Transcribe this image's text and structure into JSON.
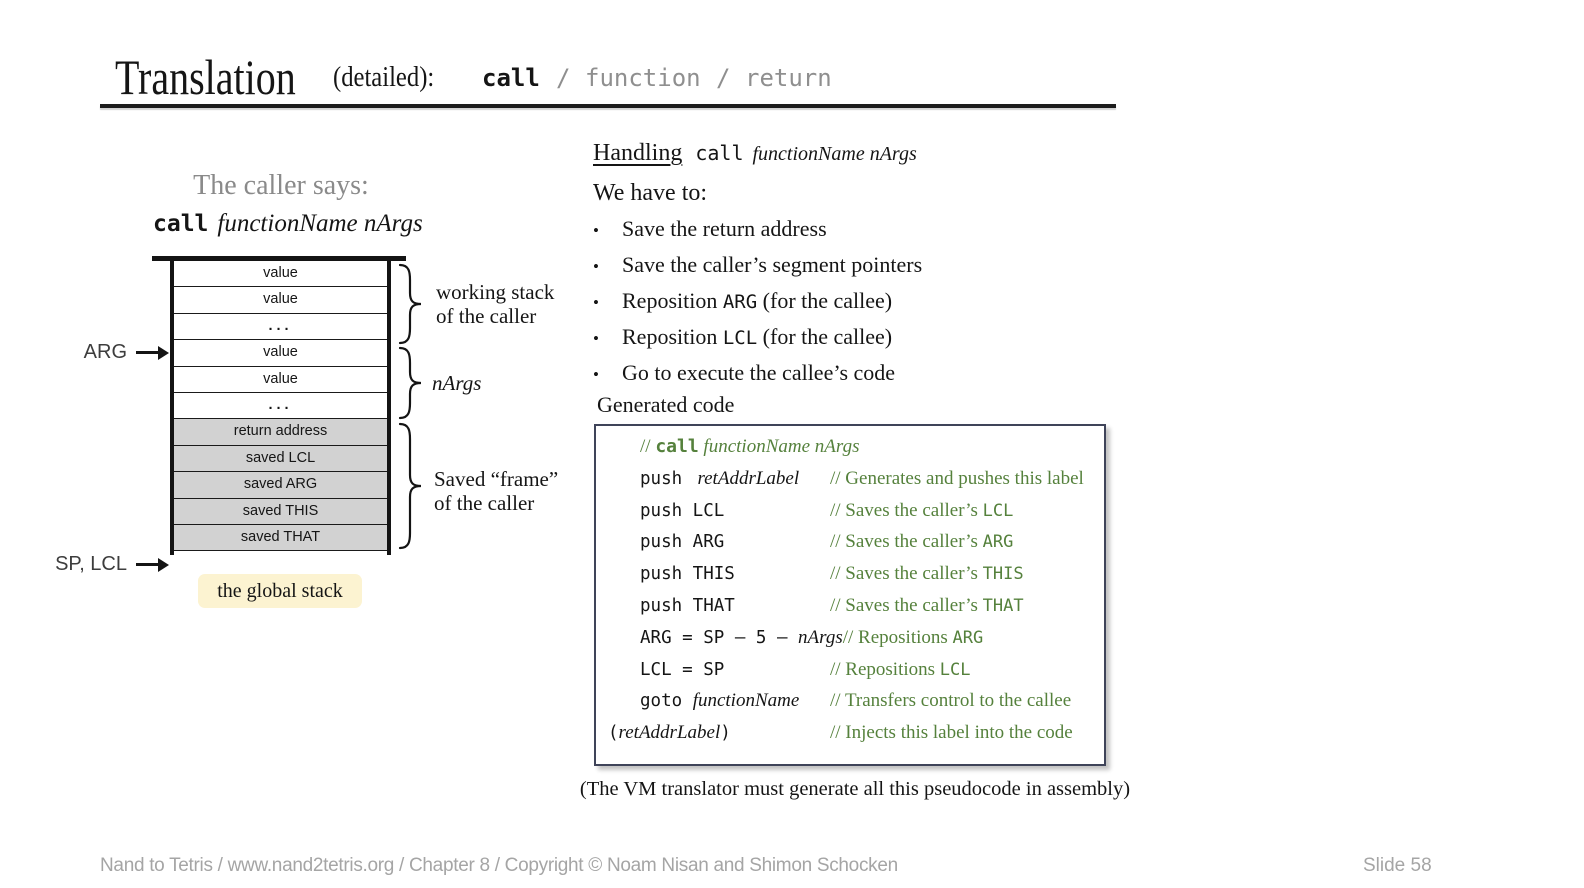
{
  "title": {
    "word": "Translation",
    "qualifier": "(detailed):",
    "keyword_call": "call",
    "separator": "/",
    "keyword_function": "function",
    "keyword_return": "return"
  },
  "caller": {
    "heading": "The caller says:",
    "command_keyword": "call",
    "command_args": "functionName nArgs",
    "stack_rows": [
      {
        "label": "value",
        "shaded": false
      },
      {
        "label": "value",
        "shaded": false
      },
      {
        "label": "...",
        "shaded": false
      },
      {
        "label": "value",
        "shaded": false
      },
      {
        "label": "value",
        "shaded": false
      },
      {
        "label": "...",
        "shaded": false
      },
      {
        "label": "return address",
        "shaded": true
      },
      {
        "label": "saved LCL",
        "shaded": true
      },
      {
        "label": "saved ARG",
        "shaded": true
      },
      {
        "label": "saved THIS",
        "shaded": true
      },
      {
        "label": "saved THAT",
        "shaded": true
      }
    ],
    "arg_pointer": "ARG",
    "sp_pointer": "SP, LCL",
    "brace_working_line1": "working stack",
    "brace_working_line2": "of the caller",
    "brace_nargs": "nArgs",
    "brace_frame_line1": "Saved “frame”",
    "brace_frame_line2": "of the caller",
    "global_stack_label": "the global stack"
  },
  "handling": {
    "heading_word": "Handling",
    "heading_keyword": "call",
    "heading_args": "functionName nArgs",
    "intro": "We have to:",
    "bullet_char": "•",
    "bullets": [
      [
        {
          "t": "Save the return address"
        }
      ],
      [
        {
          "t": "Save the caller’s segment pointers"
        }
      ],
      [
        {
          "t": "Reposition "
        },
        {
          "t": "ARG",
          "s": "m"
        },
        {
          "t": " (for the callee)"
        }
      ],
      [
        {
          "t": "Reposition "
        },
        {
          "t": "LCL",
          "s": "m"
        },
        {
          "t": " (for the callee)"
        }
      ],
      [
        {
          "t": "Go to execute the callee’s code"
        }
      ]
    ]
  },
  "code_box": {
    "label": "Generated code",
    "lines": [
      {
        "cls": "heading",
        "code": [
          {
            "t": "// ",
            "s": "g"
          },
          {
            "t": "call",
            "s": "gmb"
          },
          {
            "t": " functionName nArgs",
            "s": "gi"
          }
        ],
        "comment": []
      },
      {
        "code": [
          {
            "t": "push ",
            "s": "m"
          },
          {
            "t": " retAddrLabel",
            "s": "i"
          }
        ],
        "comment": [
          {
            "t": "// Generates and pushes this label",
            "s": "g"
          }
        ]
      },
      {
        "code": [
          {
            "t": "push LCL",
            "s": "m"
          }
        ],
        "comment": [
          {
            "t": "// Saves the caller’s ",
            "s": "g"
          },
          {
            "t": "LCL",
            "s": "gm"
          }
        ]
      },
      {
        "code": [
          {
            "t": "push ARG",
            "s": "m"
          }
        ],
        "comment": [
          {
            "t": "// Saves the caller’s ",
            "s": "g"
          },
          {
            "t": "ARG",
            "s": "gm"
          }
        ]
      },
      {
        "code": [
          {
            "t": "push THIS",
            "s": "m"
          }
        ],
        "comment": [
          {
            "t": "// Saves the caller’s ",
            "s": "g"
          },
          {
            "t": "THIS",
            "s": "gm"
          }
        ]
      },
      {
        "code": [
          {
            "t": "push THAT",
            "s": "m"
          }
        ],
        "comment": [
          {
            "t": "// Saves the caller’s ",
            "s": "g"
          },
          {
            "t": "THAT",
            "s": "gm"
          }
        ]
      },
      {
        "code": [
          {
            "t": "ARG = SP – 5 – ",
            "s": "m"
          },
          {
            "t": "nArgs",
            "s": "i"
          }
        ],
        "comment": [
          {
            "t": "// Repositions ",
            "s": "g"
          },
          {
            "t": "ARG",
            "s": "gm"
          }
        ]
      },
      {
        "code": [
          {
            "t": "LCL = SP",
            "s": "m"
          }
        ],
        "comment": [
          {
            "t": "// Repositions ",
            "s": "g"
          },
          {
            "t": "LCL",
            "s": "gm"
          }
        ]
      },
      {
        "code": [
          {
            "t": "goto ",
            "s": "m"
          },
          {
            "t": "functionName",
            "s": "i"
          }
        ],
        "comment": [
          {
            "t": "// Transfers control to the callee",
            "s": "g"
          }
        ]
      },
      {
        "cls": "outdent",
        "code": [
          {
            "t": "(",
            "s": "m"
          },
          {
            "t": "retAddrLabel",
            "s": "i"
          },
          {
            "t": ")",
            "s": "m"
          }
        ],
        "comment": [
          {
            "t": "// Injects this label into the code",
            "s": "g"
          }
        ]
      }
    ]
  },
  "caption": "(The VM translator must generate all this pseudocode in assembly)",
  "footer": {
    "left": "Nand to Tetris / www.nand2tetris.org / Chapter 8 / Copyright © Noam Nisan and Shimon Schocken",
    "right": "Slide 58"
  }
}
